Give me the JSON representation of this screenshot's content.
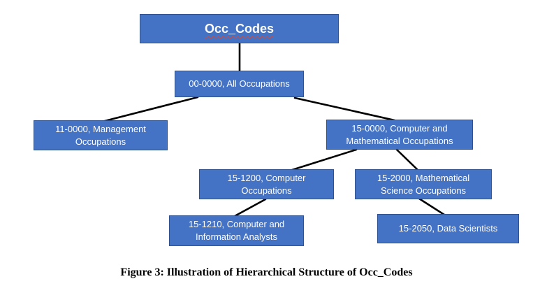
{
  "figure": {
    "caption": "Figure 3: Illustration of Hierarchical Structure of Occ_Codes"
  },
  "nodes": [
    {
      "id": "occ-codes",
      "label": "Occ_Codes",
      "level": 0
    },
    {
      "id": "00-0000",
      "label": "00-0000, All Occupations",
      "level": 1
    },
    {
      "id": "11-0000",
      "label": "11-0000, Management Occupations",
      "level": 2
    },
    {
      "id": "15-0000",
      "label": "15-0000, Computer and Mathematical Occupations",
      "level": 2
    },
    {
      "id": "15-1200",
      "label": "15-1200, Computer Occupations",
      "level": 3
    },
    {
      "id": "15-2000",
      "label": "15-2000, Mathematical Science Occupations",
      "level": 3
    },
    {
      "id": "15-1210",
      "label": "15-1210, Computer and Information Analysts",
      "level": 4
    },
    {
      "id": "15-2050",
      "label": "15-2050, Data Scientists",
      "level": 4
    }
  ],
  "edges": [
    {
      "from": "occ-codes",
      "to": "00-0000"
    },
    {
      "from": "00-0000",
      "to": "11-0000"
    },
    {
      "from": "00-0000",
      "to": "15-0000"
    },
    {
      "from": "15-0000",
      "to": "15-1200"
    },
    {
      "from": "15-0000",
      "to": "15-2000"
    },
    {
      "from": "15-1200",
      "to": "15-1210"
    },
    {
      "from": "15-2000",
      "to": "15-2050"
    }
  ],
  "colors": {
    "box_fill": "#4472C4",
    "box_border": "#2F528F",
    "box_text": "#FFFFFF",
    "connector": "#000000",
    "spellcheck_underline": "#C0504D",
    "background": "#FFFFFF"
  }
}
